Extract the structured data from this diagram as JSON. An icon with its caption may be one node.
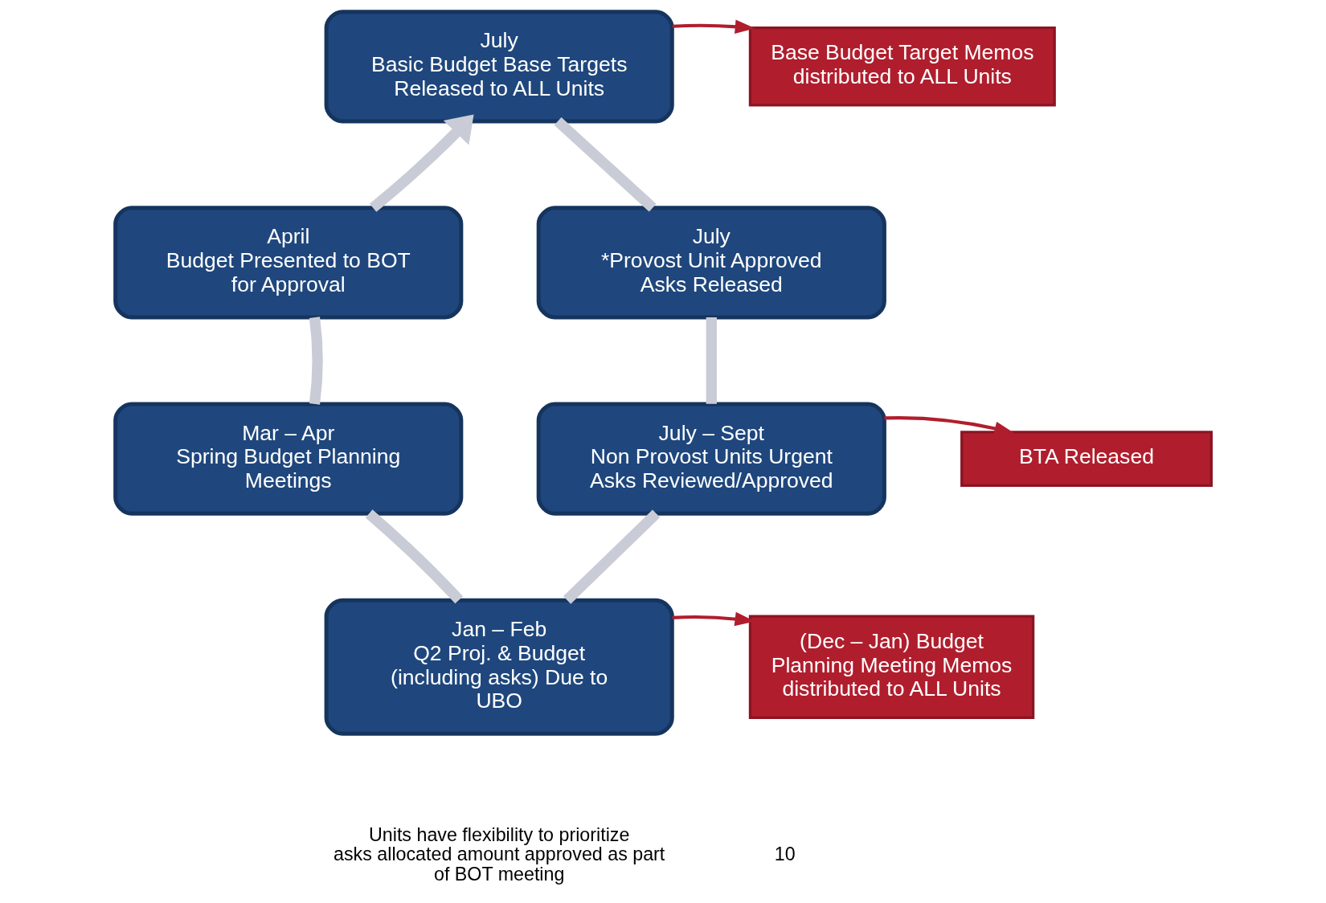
{
  "diagram": {
    "nodes": [
      {
        "text": [
          "July",
          "Basic Budget Base Targets Released to ALL Units"
        ]
      },
      {
        "text": [
          "July",
          "*Provost Unit Approved Asks Released"
        ]
      },
      {
        "text": [
          "July – Sept",
          "Non Provost Units Urgent Asks Reviewed/Approved"
        ]
      },
      {
        "text": [
          "Jan – Feb",
          "Q2 Proj. & Budget (including asks) Due to UBO"
        ]
      },
      {
        "text": [
          "Mar – Apr",
          "Spring Budget Planning Meetings"
        ]
      },
      {
        "text": [
          "April",
          "Budget Presented to BOT for Approval"
        ]
      },
      {
        "text": [
          "Base Budget Target Memos distributed to ALL Units"
        ]
      },
      {
        "text": [
          "BTA Released"
        ]
      },
      {
        "text": [
          "(Dec – Jan) Budget Planning Meeting Memos distributed to ALL Units"
        ]
      }
    ],
    "edges": [
      {
        "from": 0,
        "to": 1,
        "arrow": "none"
      },
      {
        "from": 1,
        "to": 2,
        "arrow": "none"
      },
      {
        "from": 2,
        "to": 3,
        "arrow": "none"
      },
      {
        "from": 3,
        "to": 4,
        "arrow": "none"
      },
      {
        "from": 4,
        "to": 5,
        "arrow": "none"
      },
      {
        "from": 5,
        "to": 0,
        "arrow": "to"
      },
      {
        "from": 0,
        "to": 6,
        "arrow": "to",
        "color": "#b01e2d"
      },
      {
        "from": 2,
        "to": 7,
        "arrow": "to",
        "color": "#b01e2d"
      },
      {
        "from": 3,
        "to": 8,
        "arrow": "to",
        "color": "#b01e2d"
      }
    ],
    "labels": [
      "Units have flexibility to prioritize asks allocated amount approved as part of BOT meeting",
      "10"
    ]
  }
}
